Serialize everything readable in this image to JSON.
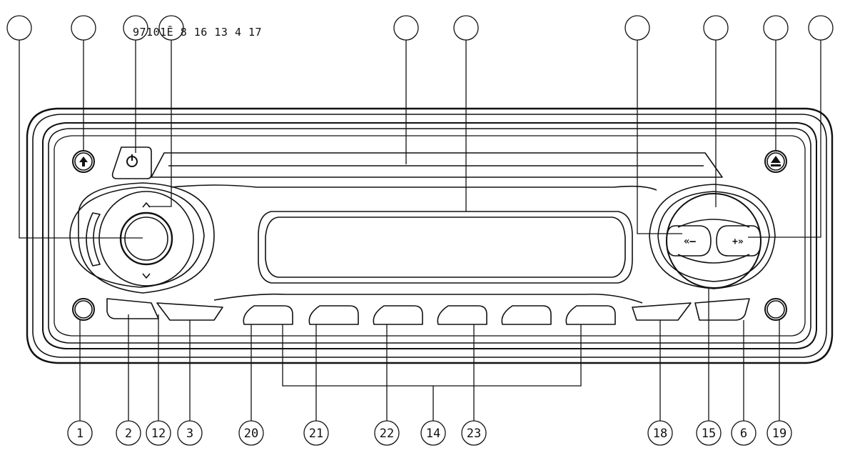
{
  "diagram": {
    "top_label_text": "97101Ē 8 16 13 4 17",
    "bottom_callouts": [
      "1",
      "2",
      "12",
      "3",
      "20",
      "21",
      "22",
      "14",
      "23",
      "18",
      "15",
      "6",
      "19"
    ],
    "eject_symbol": "⏏",
    "seek_left_symbol": "«–",
    "seek_right_symbol": "+»",
    "colors": {
      "line": "#111111",
      "background": "#ffffff"
    }
  }
}
